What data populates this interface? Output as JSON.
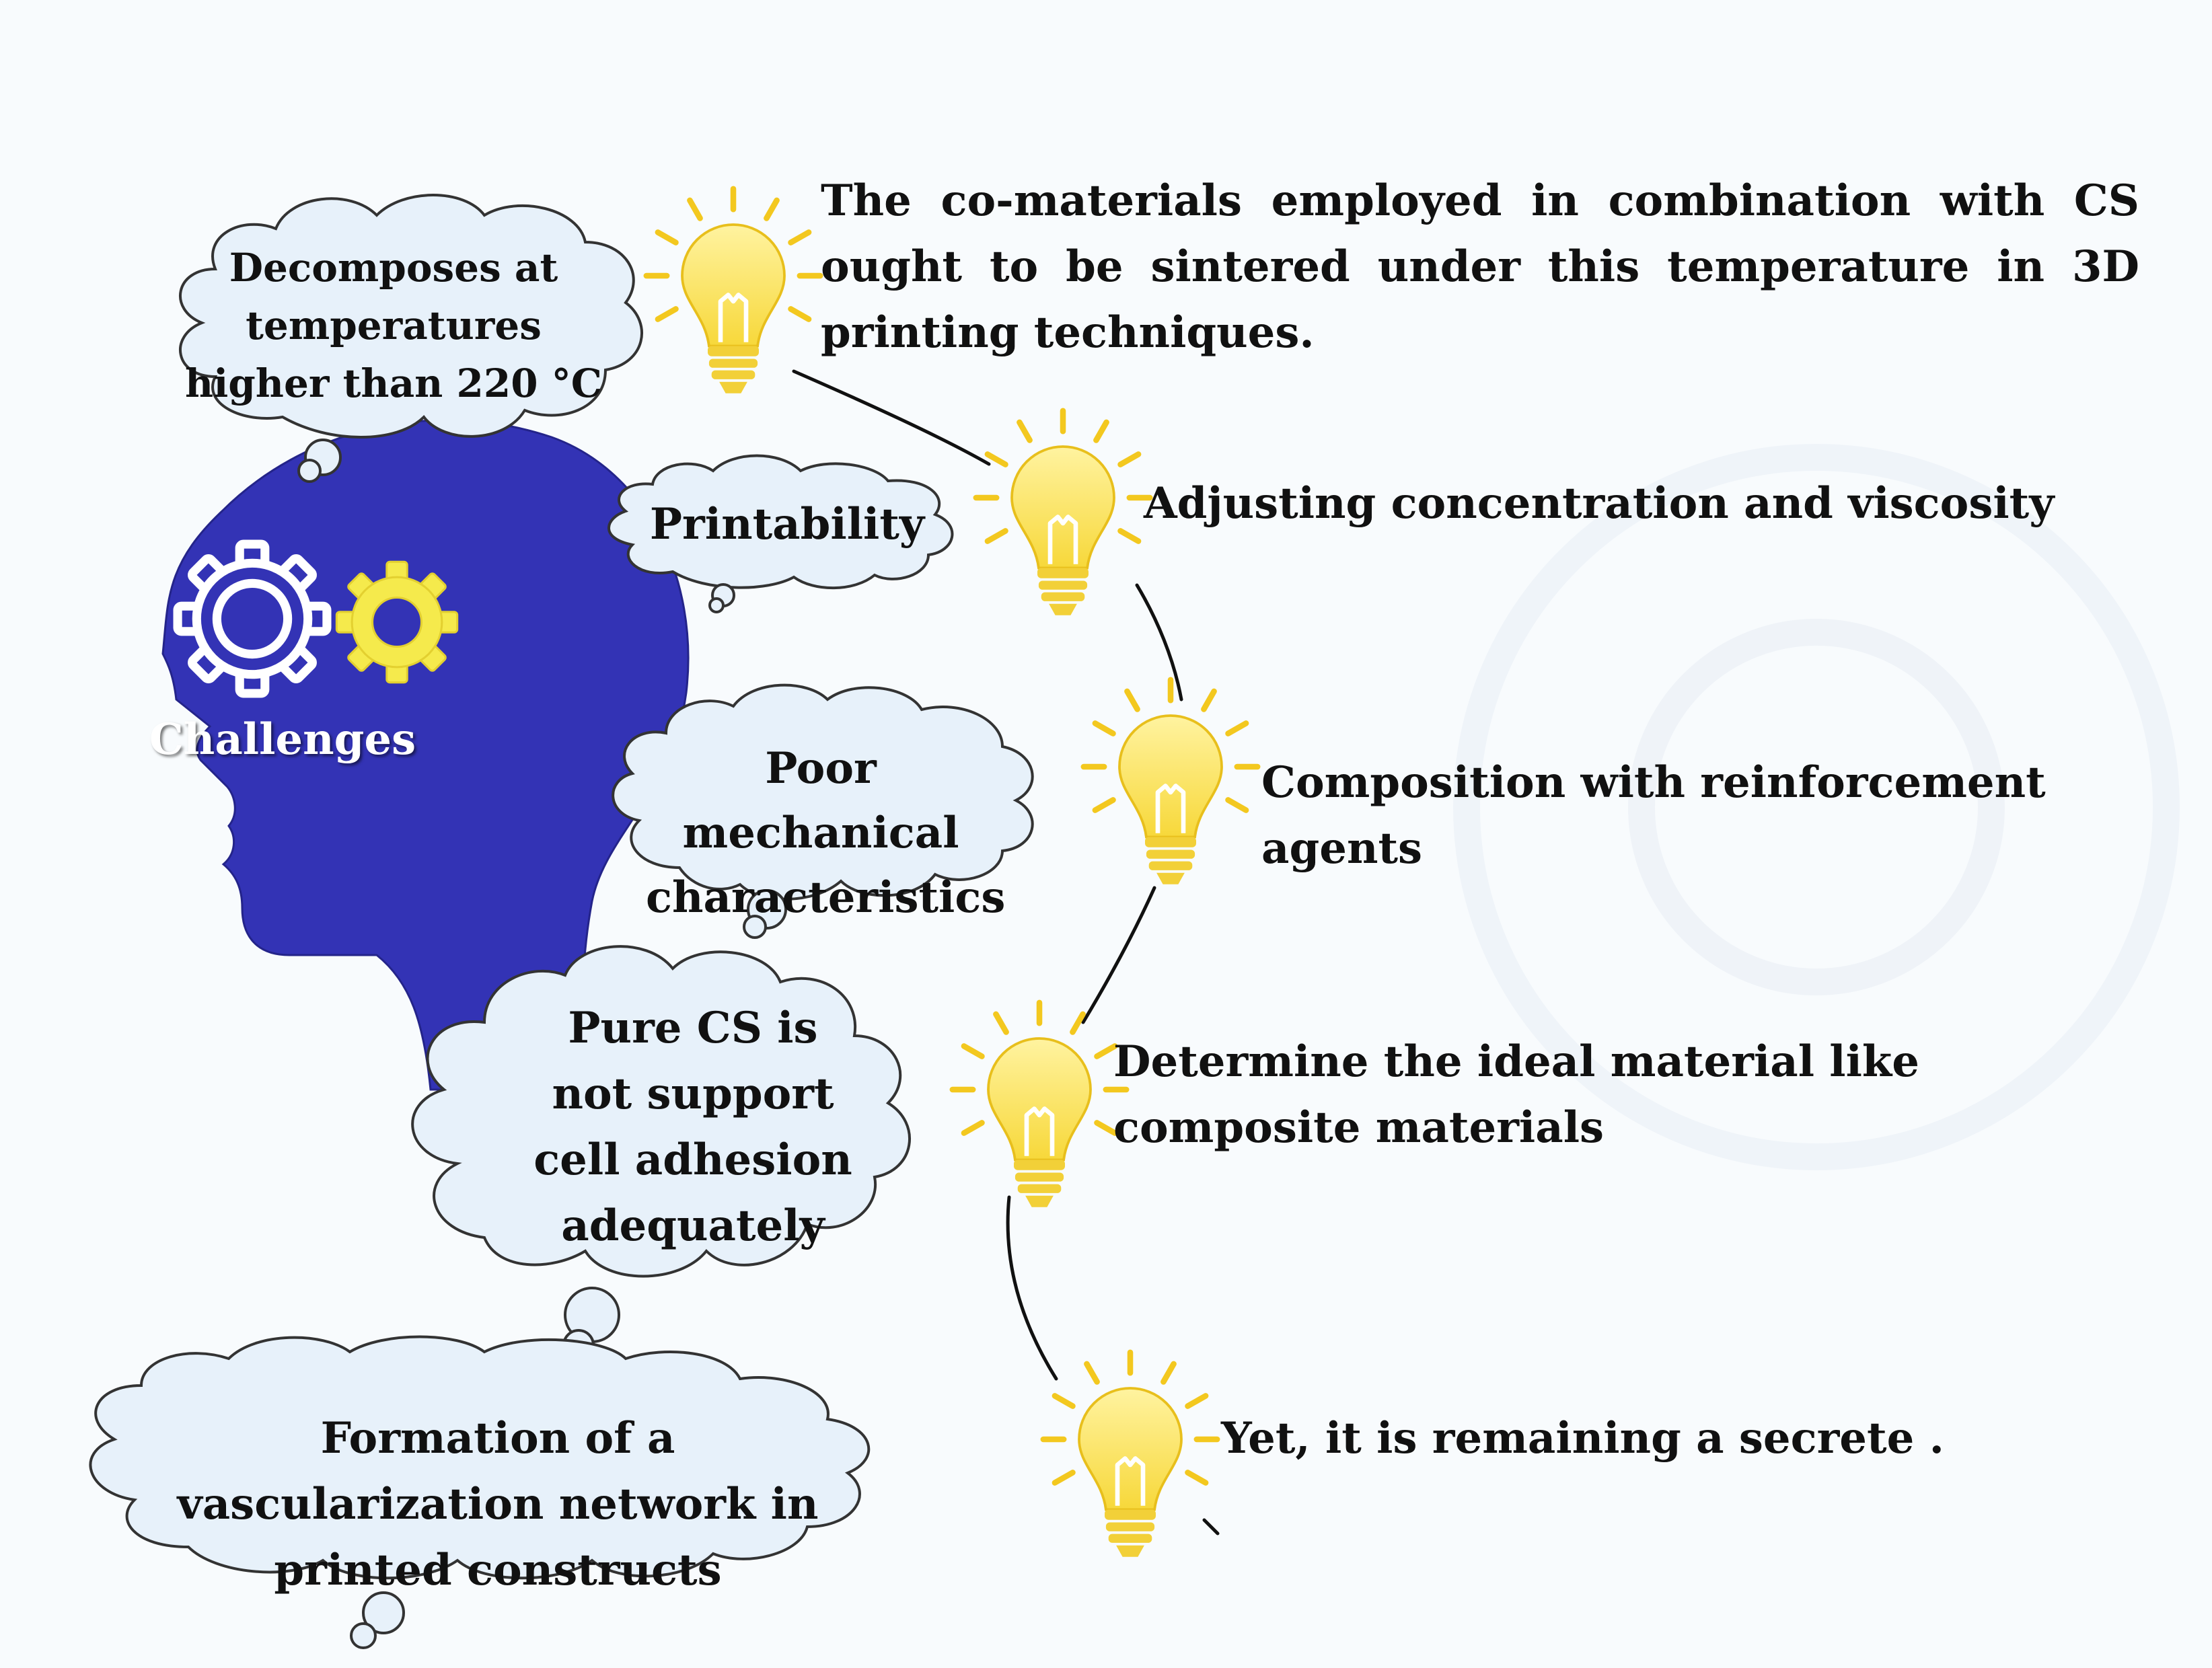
{
  "head": {
    "label": "Challenges",
    "color": "#3333b5",
    "icons": [
      "white-gear-icon",
      "yellow-gear-icon"
    ]
  },
  "challenges": [
    {
      "id": "temperature",
      "text": "Decomposes at temperatures higher than 220 °C"
    },
    {
      "id": "printability",
      "text": "Printability"
    },
    {
      "id": "mechanical",
      "text": "Poor mechanical characteristics"
    },
    {
      "id": "cell-adhesion",
      "text": "Pure CS is not support cell adhesion adequately"
    },
    {
      "id": "vascularization",
      "text": "Formation of a vascularization network in printed constructs"
    }
  ],
  "solutions": [
    {
      "id": "temperature",
      "icon": "lightbulb-icon",
      "text": "The co-materials employed in combination with CS ought to be sintered under this temperature in 3D printing techniques."
    },
    {
      "id": "printability",
      "icon": "lightbulb-icon",
      "text": "Adjusting concentration and viscosity"
    },
    {
      "id": "mechanical",
      "icon": "lightbulb-icon",
      "text": "Composition with reinforcement agents"
    },
    {
      "id": "cell-adhesion",
      "icon": "lightbulb-icon",
      "text": "Determine the ideal material like composite materials"
    },
    {
      "id": "vascularization",
      "icon": "lightbulb-icon",
      "text": "Yet, it is remaining a secrete ."
    }
  ],
  "colors": {
    "cloud_fill": "#e7f1fa",
    "cloud_stroke": "#333333",
    "bulb_yellow": "#f9e04b",
    "gear_yellow": "#f5ea4c",
    "text": "#111111"
  }
}
